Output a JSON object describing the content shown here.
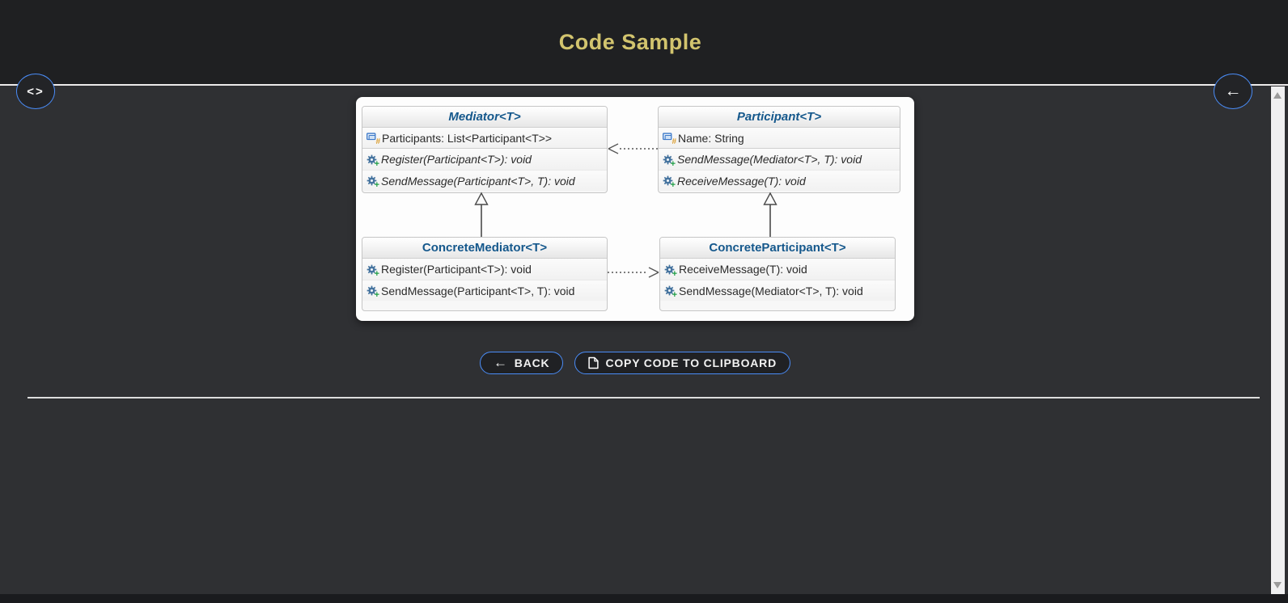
{
  "header": {
    "title": "Code Sample"
  },
  "floating_nav": {
    "code_button_icon": "<>",
    "back_button_icon": "←"
  },
  "diagram": {
    "classes": [
      {
        "id": "mediator",
        "title": "Mediator<T>",
        "abstract": true,
        "properties": [
          "Participants: List<Participant<T>>"
        ],
        "methods": [
          "Register(Participant<T>): void",
          "SendMessage(Participant<T>, T): void"
        ]
      },
      {
        "id": "participant",
        "title": "Participant<T>",
        "abstract": true,
        "properties": [
          "Name: String"
        ],
        "methods": [
          "SendMessage(Mediator<T>, T): void",
          "ReceiveMessage(T): void"
        ]
      },
      {
        "id": "concrete-mediator",
        "title": "ConcreteMediator<T>",
        "abstract": false,
        "properties": [],
        "methods": [
          "Register(Participant<T>): void",
          "SendMessage(Participant<T>, T): void"
        ]
      },
      {
        "id": "concrete-participant",
        "title": "ConcreteParticipant<T>",
        "abstract": false,
        "properties": [],
        "methods": [
          "ReceiveMessage(T): void",
          "SendMessage(Mediator<T>, T): void"
        ]
      }
    ],
    "relations": [
      {
        "from": "Participant<T>",
        "to": "Mediator<T>",
        "type": "dotted-dependency"
      },
      {
        "from": "ConcreteMediator<T>",
        "to": "Mediator<T>",
        "type": "inheritance"
      },
      {
        "from": "ConcreteParticipant<T>",
        "to": "Participant<T>",
        "type": "inheritance"
      },
      {
        "from": "ConcreteMediator<T>",
        "to": "ConcreteParticipant<T>",
        "type": "dotted-dependency"
      }
    ]
  },
  "actions": {
    "back": {
      "icon": "←",
      "label": "BACK"
    },
    "copy": {
      "label": "COPY CODE TO CLIPBOARD"
    }
  },
  "colors": {
    "accent_gold": "#d2c46e",
    "accent_blue_border": "#4a8cf7",
    "class_title_blue": "#15588c",
    "header_bg": "#1f2022",
    "content_bg": "#2f3033"
  }
}
